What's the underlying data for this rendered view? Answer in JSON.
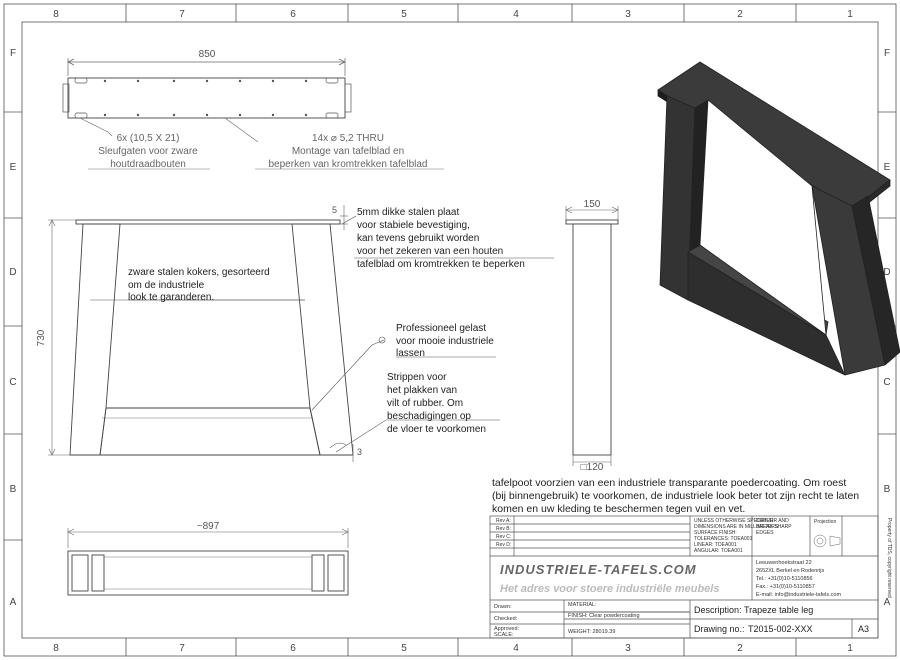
{
  "frame": {
    "top_numbers": [
      "8",
      "7",
      "6",
      "5",
      "4",
      "3",
      "2",
      "1"
    ],
    "bottom_numbers": [
      "8",
      "7",
      "6",
      "5",
      "4",
      "3",
      "2",
      "1"
    ],
    "left_letters": [
      "F",
      "E",
      "D",
      "C",
      "B",
      "A"
    ],
    "right_letters": [
      "F",
      "E",
      "D",
      "C",
      "B",
      "A"
    ]
  },
  "top_view": {
    "width_dim": "850",
    "slot_note": [
      "6x (10,5 X 21)",
      "Sleufgaten voor zware",
      "houtdraadbouten"
    ],
    "hole_note": [
      "14x ⌀ 5,2 THRU",
      "Montage van tafelblad en",
      "beperken van kromtrekken tafelblad"
    ]
  },
  "front_view": {
    "height_dim": "730",
    "plate_dim": "5",
    "foot_dim": "3",
    "plate_note": [
      "5mm dikke stalen plaat",
      "voor stabiele bevestiging,",
      "kan tevens gebruikt worden",
      "voor het zekeren van een houten",
      "tafelblad om kromtrekken te beperken"
    ],
    "tube_note": [
      "zware stalen kokers, gesorteerd",
      "om de industriele",
      "look te garanderen."
    ],
    "weld_note": [
      "Professioneel gelast",
      "voor mooie industriele",
      "lassen"
    ],
    "strip_note": [
      "Strippen voor",
      "het plakken van",
      "vilt of rubber. Om",
      "beschadigingen op",
      "de vloer te voorkomen"
    ]
  },
  "side_view": {
    "width_dim": "150",
    "tube_dim": "□120"
  },
  "bottom_view": {
    "width_dim": "~897"
  },
  "coating_note": [
    "tafelpoot voorzien van een industriele transparante poedercoating. Om roest",
    "(bij binnengebruik) te voorkomen, de industriele look beter tot zijn recht te laten",
    "komen en uw kleding te beschermen tegen vuil en vet."
  ],
  "title_block": {
    "rev_rows": [
      "Rev A:",
      "Rev B:",
      "Rev C:",
      "Rev D:"
    ],
    "tolerance_lines": [
      "UNLESS OTHERWISE SPECIFIED:",
      "DIMENSIONS ARE IN MILLIMETERS",
      "SURFACE FINISH:",
      "TOLERANCES: TOEA001",
      "LINEAR: TOEA001",
      "ANGULAR: TOEA001"
    ],
    "deburr_lines": [
      "DEBURR AND",
      "BREAK SHARP",
      "EDGES"
    ],
    "projection_label": "Projection",
    "rotated_note": "Property of TDS, copyright reserved",
    "logo": "INDUSTRIELE-TAFELS.COM",
    "slogan": "Het adres voor stoere industriële meubels",
    "address_lines": [
      "Leeuwenhoekstraat 22",
      "2652XL Berkel en Rodenrijs",
      "Tel.: +31(0)10-5110856",
      "Fax.: +31(0)10-5110857",
      "E-mail: info@industriele-tafels.com"
    ],
    "left_labels": [
      "Drawn:",
      "Checked:",
      "Approved:",
      "SCALE:"
    ],
    "material_label": "MATERIAL:",
    "finish_label": "FINISH: Clear powdercoating",
    "weight_label": "WEIGHT: 28019.39",
    "description_label": "Description:",
    "description_value": "Trapeze table leg",
    "drawing_label": "Drawing no.:",
    "drawing_value": "T2015-002-XXX",
    "sheet_size": "A3"
  }
}
